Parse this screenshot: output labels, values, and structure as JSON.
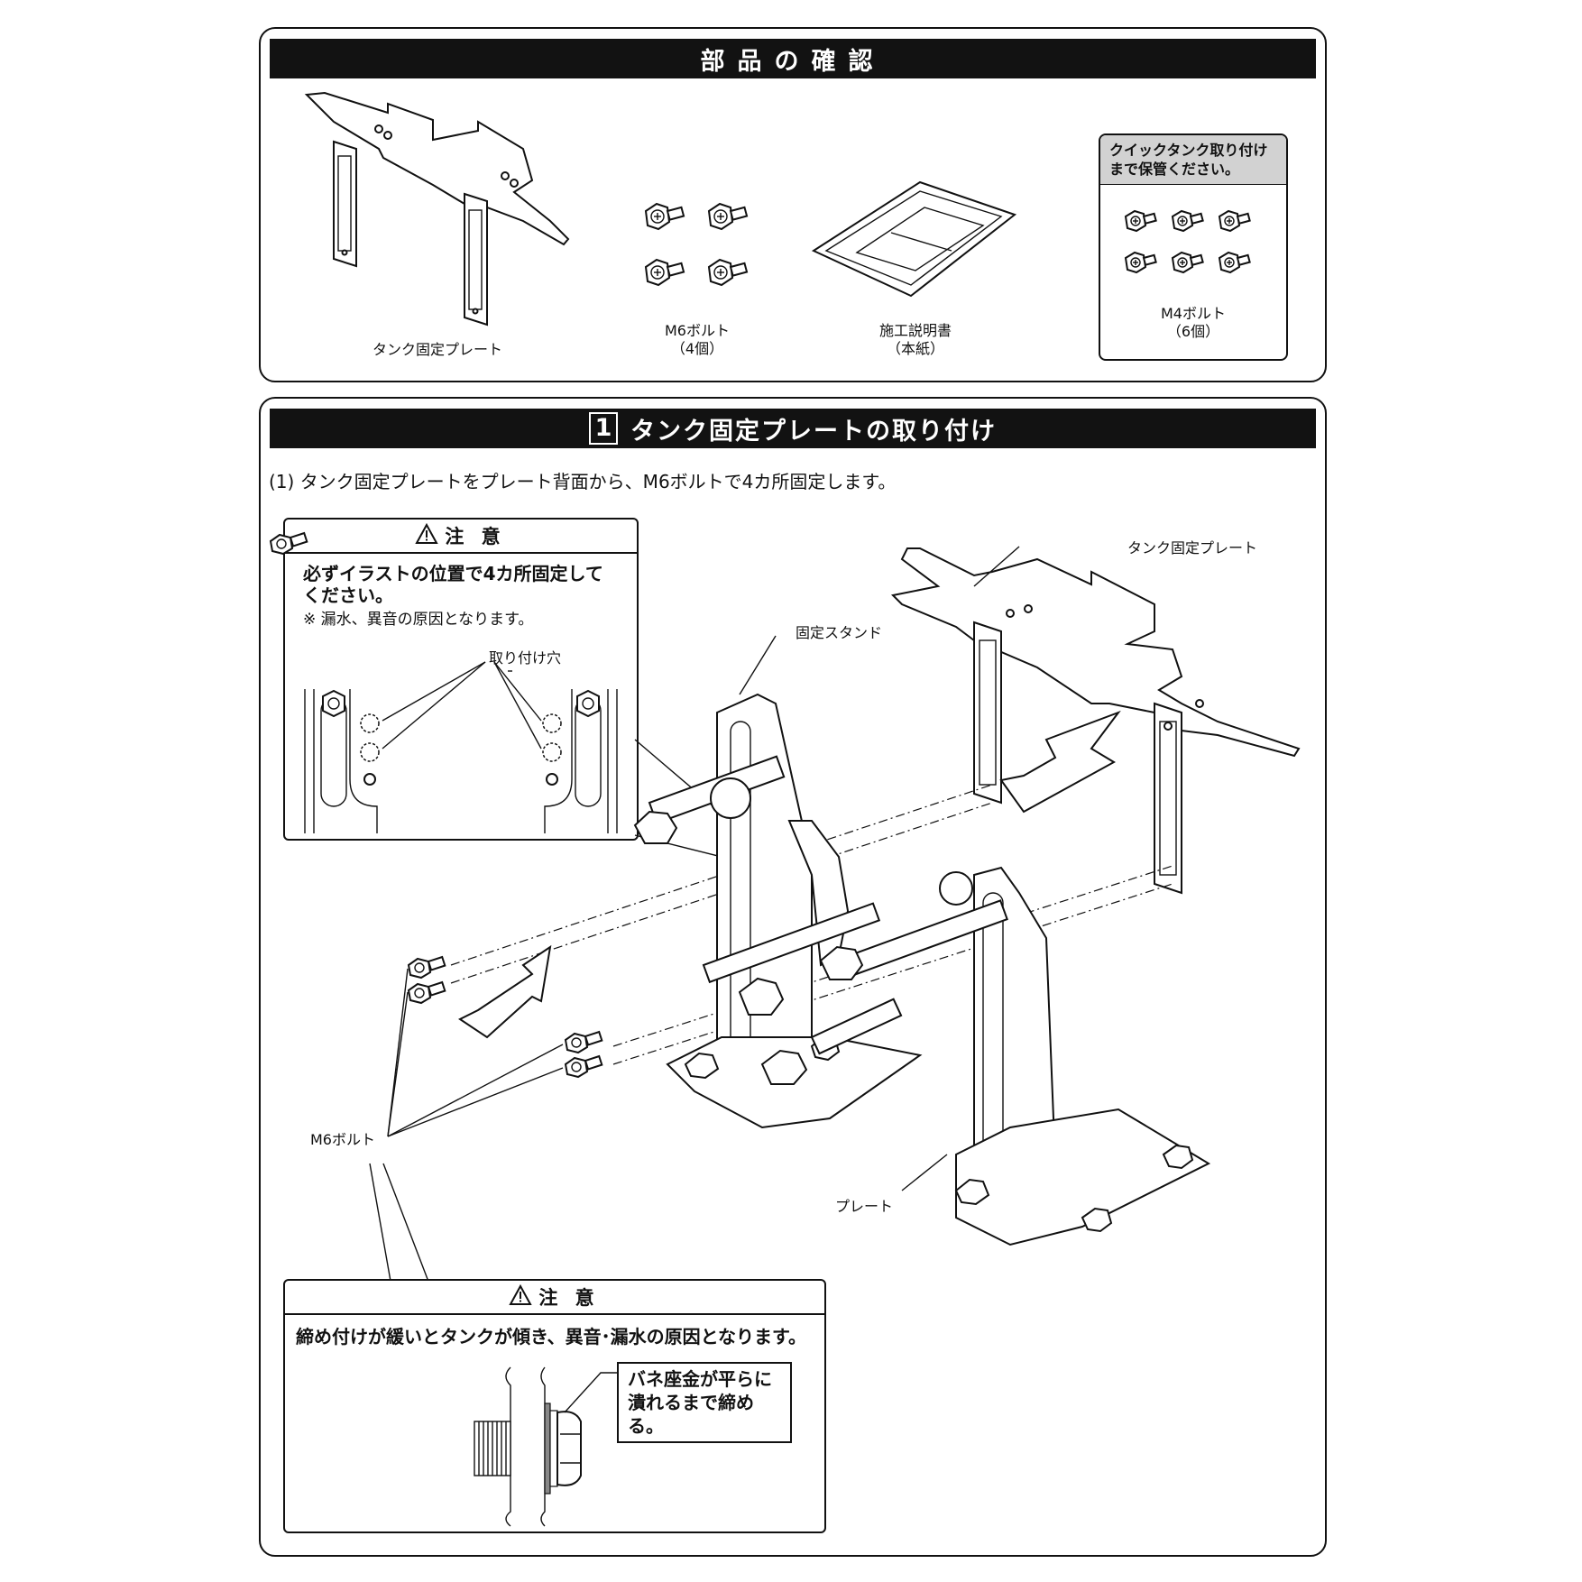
{
  "parts": {
    "title": "部品の確認",
    "plate_label": "タンク固定プレート",
    "m6_label": "M6ボルト",
    "m6_qty": "（4個）",
    "manual_label": "施工説明書",
    "manual_qty": "（本紙）",
    "keep_note": "クイックタンク取り付けまで保管ください。",
    "m4_label": "M4ボルト",
    "m4_qty": "（6個）"
  },
  "step1": {
    "number": "1",
    "title": "タンク固定プレートの取り付け",
    "instruction": "(1) タンク固定プレートをプレート背面から、M6ボルトで4カ所固定します。",
    "caution1": {
      "heading": "注 意",
      "text": "必ずイラストの位置で4カ所固定してください。",
      "note": "※ 漏水、異音の原因となります。",
      "hole_label": "取り付け穴"
    },
    "labels": {
      "tank_plate": "タンク固定プレート",
      "stand": "固定スタンド",
      "plate": "プレート",
      "m6_bolt": "M6ボルト"
    },
    "caution2": {
      "heading": "注 意",
      "text": "締め付けが緩いとタンクが傾き、異音･漏水の原因となります。",
      "callout": "バネ座金が平らに潰れるまで締める。"
    }
  },
  "icons": {
    "warning": "warning-triangle-icon"
  }
}
